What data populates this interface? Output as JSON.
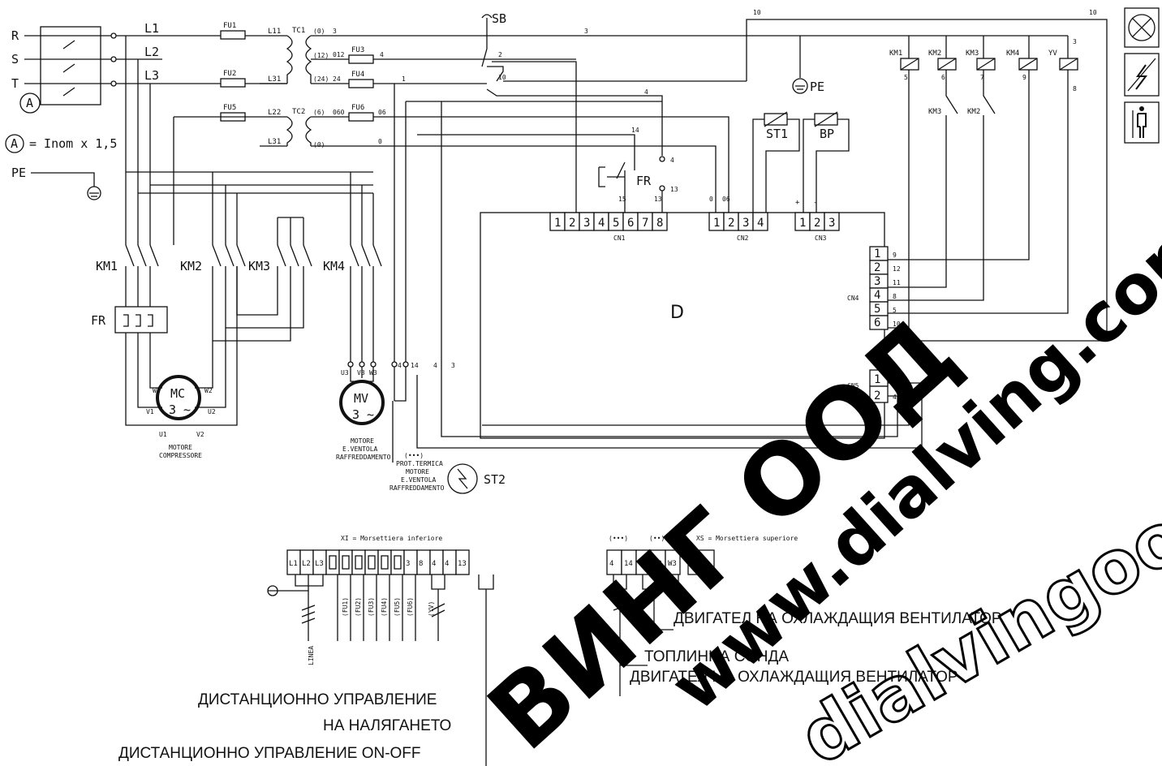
{
  "supply": {
    "r": "R",
    "s": "S",
    "t": "T",
    "pe": "PE",
    "l1": "L1",
    "l2": "L2",
    "l3": "L3",
    "a": "A",
    "a_note": "= Inom x 1,5"
  },
  "transformers": {
    "tc1": "TC1",
    "tc2": "TC2",
    "l11": "L11",
    "l31a": "L31",
    "l22": "L22",
    "l31b": "L31",
    "t0": "(0)",
    "t12": "(12)",
    "t24": "(24)",
    "t6": "(6)",
    "t0b": "(0)",
    "w3": "3",
    "w012": "012",
    "w24": "24",
    "w060": "060",
    "w06": "06",
    "w0": "0",
    "w4": "4",
    "w1": "1"
  },
  "fuses": {
    "fu1": "FU1",
    "fu2": "FU2",
    "fu3": "FU3",
    "fu4": "FU4",
    "fu5": "FU5",
    "fu6": "FU6"
  },
  "switch": {
    "sb": "SB",
    "sb2": "2",
    "sb10": "10",
    "wire3": "3",
    "wire4": "4",
    "wire14": "14",
    "wire10a": "10",
    "wire10b": "10"
  },
  "ground_pe": "PE",
  "coils": {
    "km1": "KM1",
    "km2": "KM2",
    "km3": "KM3",
    "km4": "KM4",
    "yv": "YV",
    "n5": "5",
    "n6": "6",
    "n7": "7",
    "n9": "9",
    "n3": "3",
    "n8": "8",
    "ikm3": "KM3",
    "ikm2": "KM2"
  },
  "sensors": {
    "st1": "ST1",
    "bp": "BP",
    "plus": "+",
    "minus": "-"
  },
  "fr_relay": {
    "fr": "FR",
    "t4": "4",
    "t13": "13",
    "t15": "15",
    "t13b": "13",
    "t0": "0",
    "t06": "06"
  },
  "controller": {
    "d": "D",
    "cn1": {
      "name": "CN1",
      "pins": [
        "1",
        "2",
        "3",
        "4",
        "5",
        "6",
        "7",
        "8"
      ]
    },
    "cn2": {
      "name": "CN2",
      "pins": [
        "1",
        "2",
        "3",
        "4"
      ]
    },
    "cn3": {
      "name": "CN3",
      "pins": [
        "1",
        "2",
        "3"
      ]
    },
    "cn4": {
      "name": "CN4",
      "pins": [
        "1",
        "2",
        "3",
        "4",
        "5",
        "6"
      ],
      "wires": [
        "9",
        "12",
        "11",
        "8",
        "5",
        "10"
      ]
    },
    "cn5": {
      "name": "CN5",
      "pins": [
        "1",
        "2"
      ],
      "wires": [
        "3",
        "4"
      ]
    }
  },
  "power": {
    "km1": "KM1",
    "km2": "KM2",
    "km3": "KM3",
    "km4": "KM4",
    "fr": "FR",
    "mc": "MC",
    "mv": "MV",
    "ph": "3 ~",
    "w1": "W1",
    "w2": "W2",
    "v1": "V1",
    "u2": "U2",
    "u1": "U1",
    "v2": "V2",
    "u3": "U3",
    "v3": "V3",
    "w3": "W3",
    "t4": "4",
    "t14": "14",
    "t4b": "4",
    "t3": "3",
    "mc_cap1": "MOTORE",
    "mc_cap2": "COMPRESSORE",
    "mv_cap1": "MOTORE",
    "mv_cap2": "E.VENTOLA",
    "mv_cap3": "RAFFREDDAMENTO",
    "st2_cap0": "(•••)",
    "st2_cap1": "PROT.TERMICA",
    "st2_cap2": "MOTORE",
    "st2_cap3": "E.VENTOLA",
    "st2_cap4": "RAFFREDDAMENTO",
    "st2": "ST2"
  },
  "xi": {
    "title": "XI = Morsettiera inferiore",
    "cells": [
      "L1",
      "L2",
      "L3",
      "",
      "",
      "",
      "",
      "",
      "",
      "3",
      "8",
      "4",
      "4",
      "13"
    ],
    "linea": "LINEA",
    "fu1": "(FU1)",
    "fu2": "(FU2)",
    "fu3": "(FU3)",
    "fu4": "(FU4)",
    "fu5": "(FU5)",
    "fu6": "(FU6)",
    "yv": "(YV)"
  },
  "xs": {
    "m1": "(•••)",
    "m2": "(••)",
    "title": "XS = Morsettiera superiore",
    "cells": [
      "4",
      "14",
      "U3",
      "V3",
      "W3"
    ]
  },
  "captions": {
    "c1": "ДВИГАТЕЛ НА ОХЛАЖДАЩИЯ ВЕНТИЛАТОР",
    "c2": "ТОПЛИННА СОНДА",
    "c3": "ДВИГАТЕЛ НА ОХЛАЖДАЩИЯ ВЕНТИЛАТОР",
    "c4": "ДИСТАНЦИОННО УПРАВЛЕНИЕ",
    "c5": "НА НАЛЯГАНЕТО",
    "c6": "ДИСТАНЦИОННО УПРАВЛЕНИЕ ON-OFF"
  },
  "watermark": {
    "w1": "ВИНГ ООД",
    "w2": "www.dialving.com",
    "w3": "dialvingood.com"
  }
}
